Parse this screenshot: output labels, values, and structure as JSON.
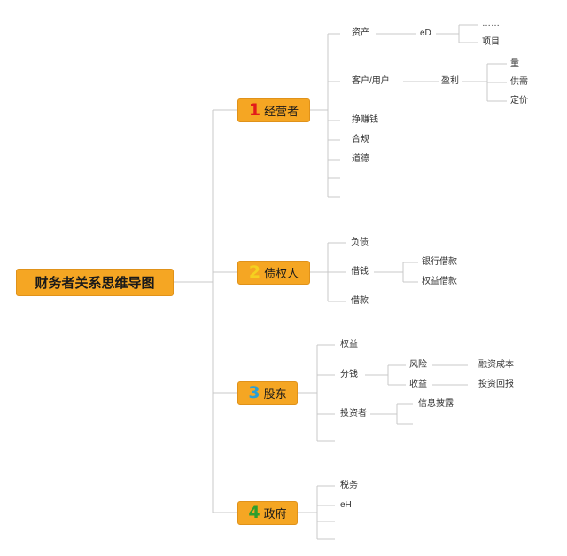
{
  "root": {
    "title": "财务者关系思维导图"
  },
  "branches": [
    {
      "number": "1",
      "label": "经营者",
      "color": "#e21b1b",
      "children": [
        "资产",
        "客户/用户",
        "挣赚钱",
        "合规",
        "道德"
      ],
      "asset_sub": "eD",
      "asset_leaves": [
        "……",
        "项目"
      ],
      "customer_sub": "盈利",
      "profit_leaves": [
        "量",
        "供需",
        "定价"
      ]
    },
    {
      "number": "2",
      "label": "债权人",
      "color": "#f5d020",
      "children": [
        "负债",
        "借钱",
        "借款"
      ],
      "borrow_leaves": [
        "银行借款",
        "权益借款"
      ]
    },
    {
      "number": "3",
      "label": "股东",
      "color": "#2a9fd6",
      "children": [
        "权益",
        "分钱",
        "投资者"
      ],
      "split_sub": [
        "风险",
        "收益"
      ],
      "risk_leaf": "融资成本",
      "return_leaf": "投资回报",
      "investor_leaf": "信息披露"
    },
    {
      "number": "4",
      "label": "政府",
      "color": "#2e9e2e",
      "children": [
        "税务",
        "eH"
      ]
    }
  ]
}
